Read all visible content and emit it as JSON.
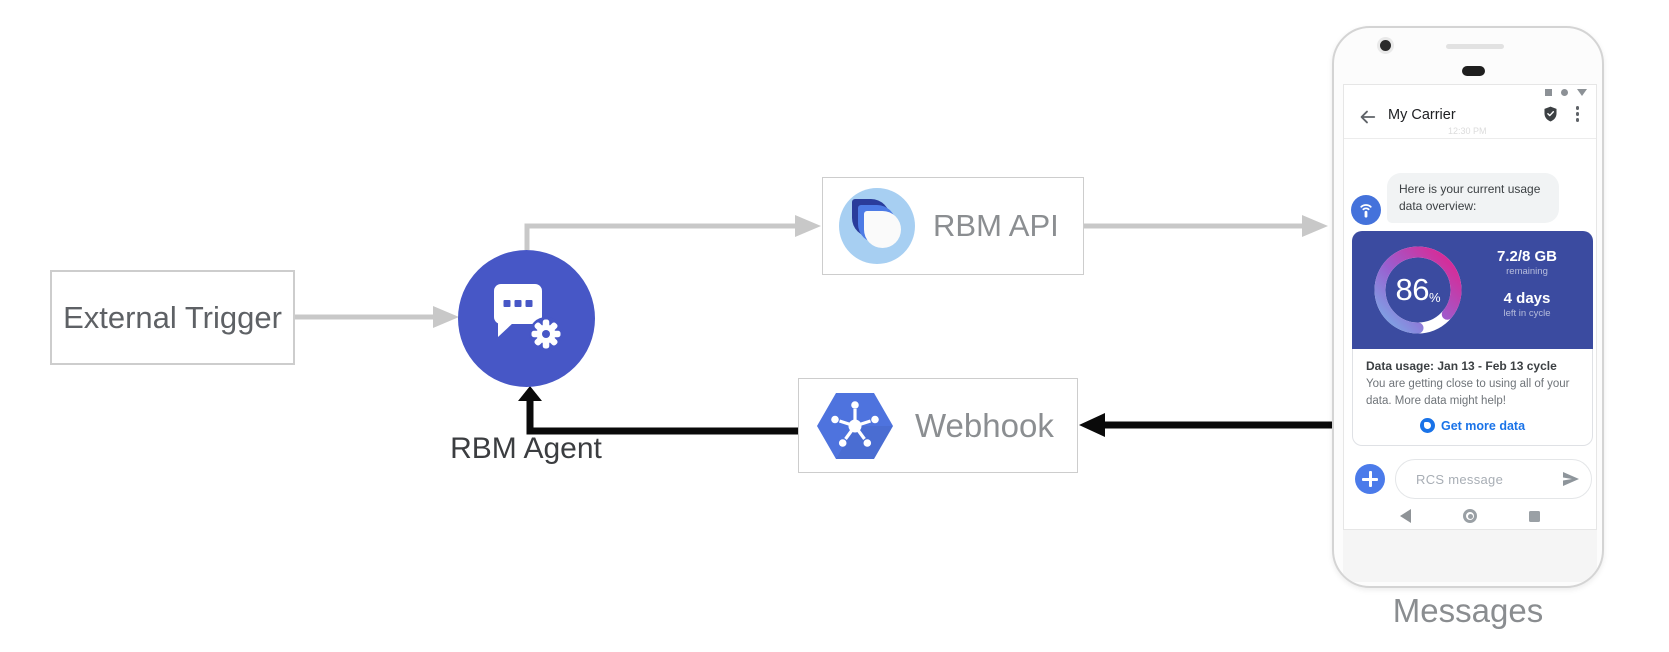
{
  "colors": {
    "agent_blue": "#4757C6",
    "card_indigo": "#3B4BA0",
    "gauge_gradient": [
      "#79AFE8",
      "#9A5FD0",
      "#E3218C"
    ],
    "link_blue": "#1A73E8",
    "webhook_blue": "#4E73DE",
    "api_logo_light_blue": "#A7CFF2",
    "api_logo_dark_blue": "#2A3C9B",
    "api_logo_mid_blue": "#4D7BE5",
    "arrow_gray": "#C8C8C8",
    "arrow_black": "#0A0A0A"
  },
  "diagram": {
    "external_trigger_label": "External Trigger",
    "rbm_agent_label": "RBM Agent",
    "rbm_api_label": "RBM API",
    "webhook_label": "Webhook",
    "phone_caption": "Messages"
  },
  "phone": {
    "header": {
      "title": "My Carrier"
    },
    "timestamp": "12:30 PM",
    "chat": {
      "bubble_text": "Here is your current usage data overview:",
      "usage_card": {
        "percent": "86",
        "percent_unit": "%",
        "amount": "7.2/8 GB",
        "amount_caption": "remaining",
        "days": "4 days",
        "days_caption": "left in cycle",
        "title": "Data usage: Jan 13 - Feb 13 cycle",
        "body": "You are getting close to using all of your data. More data might help!",
        "action_label": "Get more data"
      }
    },
    "compose": {
      "placeholder": "RCS message"
    }
  }
}
